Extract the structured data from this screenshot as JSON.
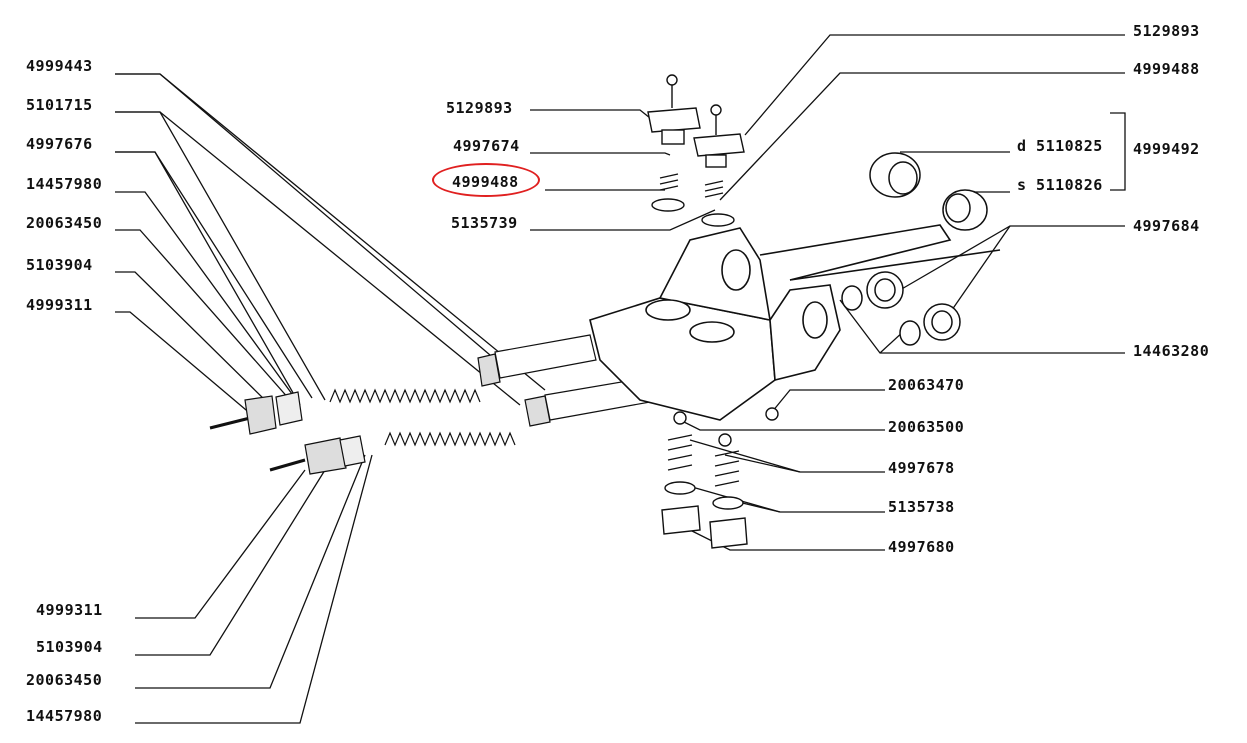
{
  "diagram": {
    "labels": {
      "l_4999443": "4999443",
      "l_5101715": "5101715",
      "l_4997676": "4997676",
      "l_14457980_a": "14457980",
      "l_20063450_a": "20063450",
      "l_5103904_a": "5103904",
      "l_4999311_a": "4999311",
      "l_4999311_b": "4999311",
      "l_5103904_b": "5103904",
      "l_20063450_b": "20063450",
      "l_14457980_b": "14457980",
      "l_5129893_a": "5129893",
      "l_4997674": "4997674",
      "l_4999488_a": "4999488",
      "l_5135739": "5135739",
      "l_5129893_b": "5129893",
      "l_4999488_b": "4999488",
      "l_5110825": "d 5110825",
      "l_5110826": "s 5110826",
      "l_4999492": "4999492",
      "l_4997684": "4997684",
      "l_14463280": "14463280",
      "l_20063470": "20063470",
      "l_20063500": "20063500",
      "l_4997678": "4997678",
      "l_5135738": "5135738",
      "l_4997680": "4997680"
    },
    "highlight_color": "#e02020",
    "line_color": "#111111"
  }
}
